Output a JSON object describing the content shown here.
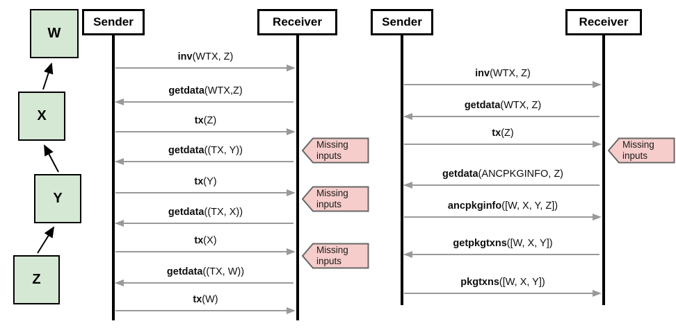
{
  "colors": {
    "node_fill": "#d5e8d4",
    "node_border": "#000000",
    "flag_fill": "#f6cdcb",
    "flag_border": "#666666",
    "arrow": "#999999",
    "lifeline": "#000000"
  },
  "chain": {
    "nodes": [
      {
        "label": "W"
      },
      {
        "label": "X"
      },
      {
        "label": "Y"
      },
      {
        "label": "Z"
      }
    ]
  },
  "diagrams": [
    {
      "sender_label": "Sender",
      "receiver_label": "Receiver",
      "messages": [
        {
          "fn": "inv",
          "args": "(WTX, Z)",
          "dir": "right"
        },
        {
          "fn": "getdata",
          "args": "(WTX,Z)",
          "dir": "left"
        },
        {
          "fn": "tx",
          "args": "(Z)",
          "dir": "right"
        },
        {
          "fn": "getdata",
          "args": "((TX, Y))",
          "dir": "left"
        },
        {
          "fn": "tx",
          "args": "(Y)",
          "dir": "right"
        },
        {
          "fn": "getdata",
          "args": "((TX, X))",
          "dir": "left"
        },
        {
          "fn": "tx",
          "args": "(X)",
          "dir": "right"
        },
        {
          "fn": "getdata",
          "args": "((TX, W))",
          "dir": "left"
        },
        {
          "fn": "tx",
          "args": "(W)",
          "dir": "right"
        }
      ],
      "flags": [
        {
          "text": "Missing inputs"
        },
        {
          "text": "Missing inputs"
        },
        {
          "text": "Missing inputs"
        }
      ]
    },
    {
      "sender_label": "Sender",
      "receiver_label": "Receiver",
      "messages": [
        {
          "fn": "inv",
          "args": "(WTX, Z)",
          "dir": "right"
        },
        {
          "fn": "getdata",
          "args": "(WTX, Z)",
          "dir": "left"
        },
        {
          "fn": "tx",
          "args": "(Z)",
          "dir": "right"
        },
        {
          "fn": "getdata",
          "args": "(ANCPKGINFO, Z)",
          "dir": "left"
        },
        {
          "fn": "ancpkginfo",
          "args": "([W, X, Y, Z])",
          "dir": "right"
        },
        {
          "fn": "getpkgtxns",
          "args": "([W, X, Y])",
          "dir": "left"
        },
        {
          "fn": "pkgtxns",
          "args": "([W, X, Y])",
          "dir": "right"
        }
      ],
      "flags": [
        {
          "text": "Missing inputs"
        }
      ]
    }
  ]
}
